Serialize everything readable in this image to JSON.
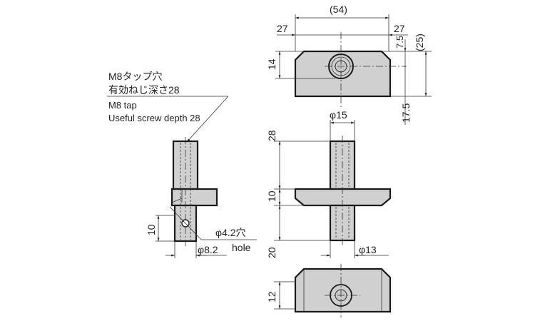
{
  "side_view": {
    "callout_jp_line1": "M8タップ穴",
    "callout_jp_line2": "有効ねじ深さ28",
    "callout_en_line1": "M8 tap",
    "callout_en_line2": "Useful screw depth 28",
    "dim_hole_height": "10",
    "dim_shaft_dia": "φ8.2",
    "hole_jp": "φ4.2穴",
    "hole_en": "hole"
  },
  "top_view": {
    "dim_overall_width": "(54)",
    "dim_left_half": "27",
    "dim_right_half": "27",
    "dim_hole_height": "14",
    "dim_offset": "7.5",
    "dim_overall_depth": "(25)",
    "dim_lower": "17.5"
  },
  "front_view": {
    "dim_upper_dia": "φ15",
    "dim_upper_len": "28",
    "dim_flange": "10",
    "dim_lower_len": "20",
    "dim_lower_dia": "φ13"
  },
  "bottom_view": {
    "dim_height": "12"
  }
}
